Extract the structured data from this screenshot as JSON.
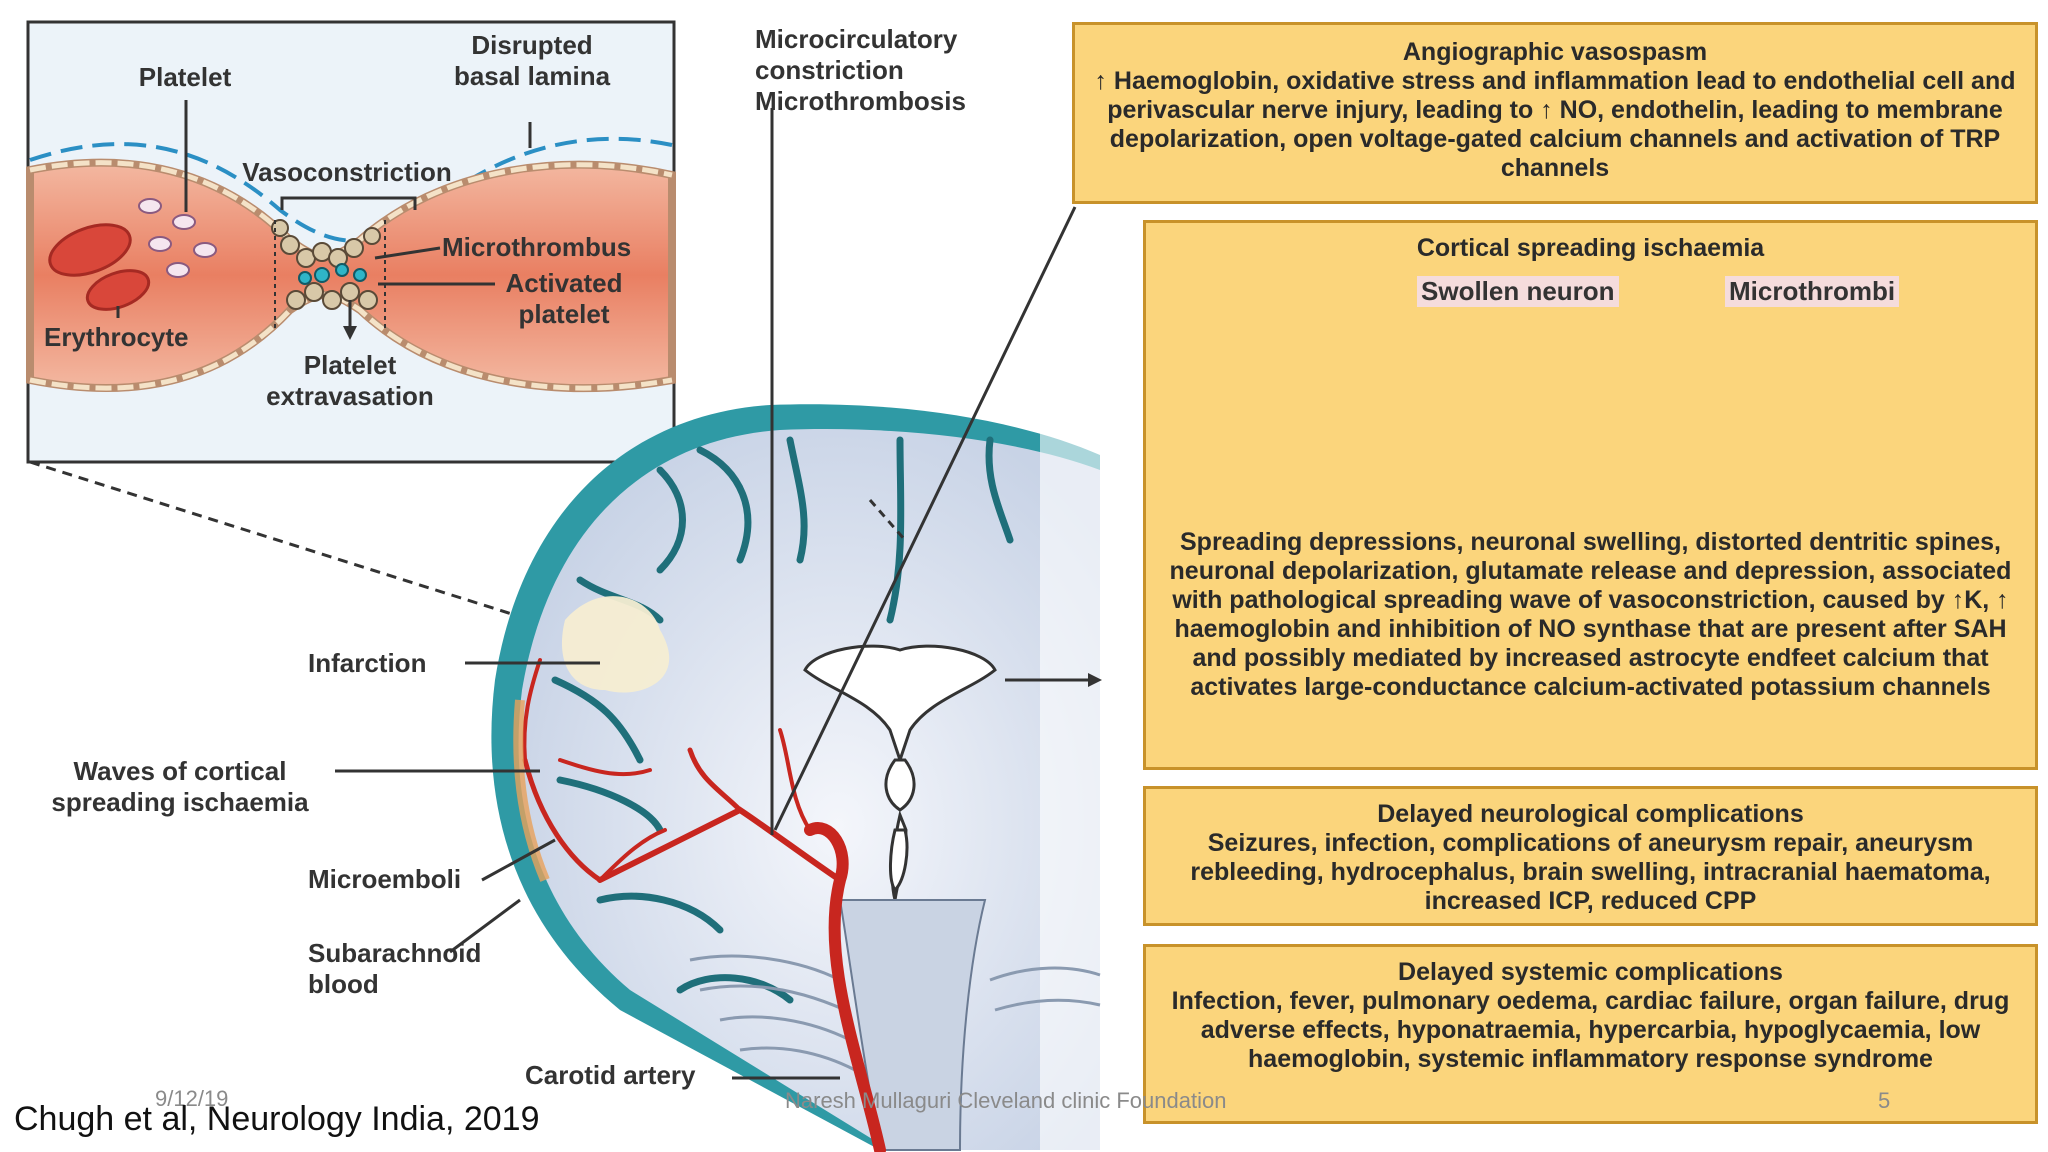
{
  "inset": {
    "platelet": "Platelet",
    "disrupted_basal_lamina": "Disrupted basal lamina",
    "vasoconstriction": "Vasoconstriction",
    "microthrombus": "Microthrombus",
    "activated_platelet": "Activated platelet",
    "erythrocyte": "Erythrocyte",
    "platelet_extravasation": "Platelet extravasation"
  },
  "brain": {
    "microcirculatory": "Microcirculatory constriction Microthrombosis",
    "infarction": "Infarction",
    "waves": "Waves of cortical spreading ischaemia",
    "microemboli": "Microemboli",
    "subarachnoid": "Subarachnoid blood",
    "carotid": "Carotid artery"
  },
  "boxes": {
    "angiographic": {
      "title": "Angiographic vasospasm",
      "body": "↑ Haemoglobin, oxidative stress and inflammation lead to endothelial cell and perivascular nerve injury, leading to ↑ NO, endothelin, leading to membrane depolarization, open voltage-gated calcium channels and activation of TRP channels"
    },
    "cortical": {
      "title": "Cortical spreading ischaemia",
      "swollen_neuron": "Swollen neuron",
      "microthrombi": "Microthrombi",
      "body": "Spreading depressions, neuronal swelling, distorted dentritic spines, neuronal depolarization, glutamate release and depression, associated with pathological spreading wave of vasoconstriction, caused by ↑K, ↑ haemoglobin and inhibition of NO synthase that are present after SAH and possibly mediated by increased astrocyte endfeet calcium that activates large-conductance calcium-activated potassium channels"
    },
    "neuro": {
      "title": "Delayed neurological complications",
      "body": "Seizures, infection, complications of aneurysm repair, aneurysm rebleeding, hydrocephalus, brain swelling, intracranial haematoma, increased ICP, reduced CPP"
    },
    "systemic": {
      "title": "Delayed systemic complications",
      "body": "Infection, fever, pulmonary oedema, cardiac failure, organ failure, drug adverse effects, hyponatraemia, hypercarbia, hypoglycaemia, low haemoglobin, systemic inflammatory response syndrome"
    }
  },
  "footer": {
    "date": "9/12/19",
    "citation": "Chugh et al, Neurology India, 2019",
    "author": "Naresh Mullaguri Cleveland clinic Foundation",
    "page": "5"
  },
  "colors": {
    "vessel": "#e9856a",
    "blood": "#c8261f",
    "csf": "#2f9aa5",
    "box_fill": "#fbd57c",
    "box_border": "#c8922a",
    "brain": "#d9e2ef"
  }
}
